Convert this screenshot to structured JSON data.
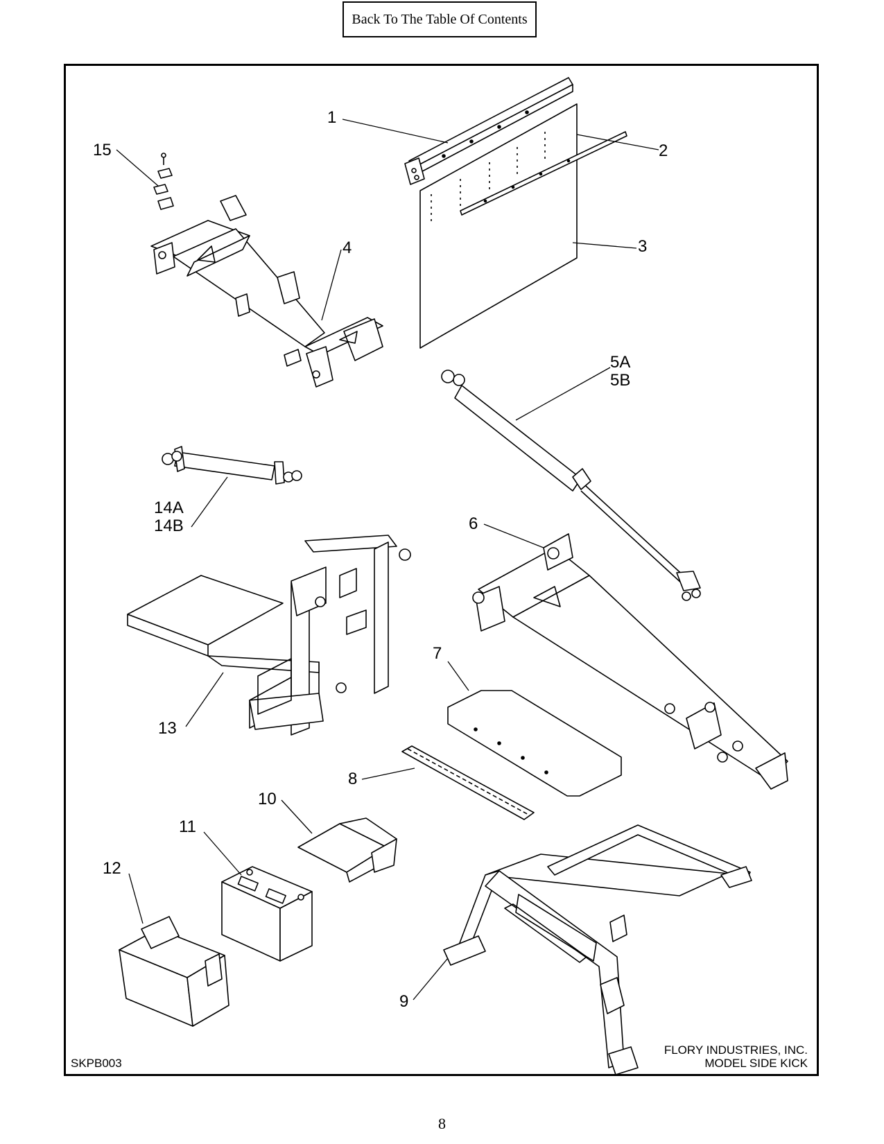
{
  "nav": {
    "back_label": "Back To The Table Of Contents"
  },
  "diagram": {
    "callouts": {
      "c1": "1",
      "c2": "2",
      "c3": "3",
      "c4": "4",
      "c5a": "5A",
      "c5b": "5B",
      "c6": "6",
      "c7": "7",
      "c8": "8",
      "c9": "9",
      "c10": "10",
      "c11": "11",
      "c12": "12",
      "c13": "13",
      "c14a": "14A",
      "c14b": "14B",
      "c15": "15"
    },
    "drawing_number": "SKPB003",
    "company_line1": "FLORY INDUSTRIES, INC.",
    "company_line2": "MODEL SIDE KICK"
  },
  "page": {
    "number": "8"
  }
}
